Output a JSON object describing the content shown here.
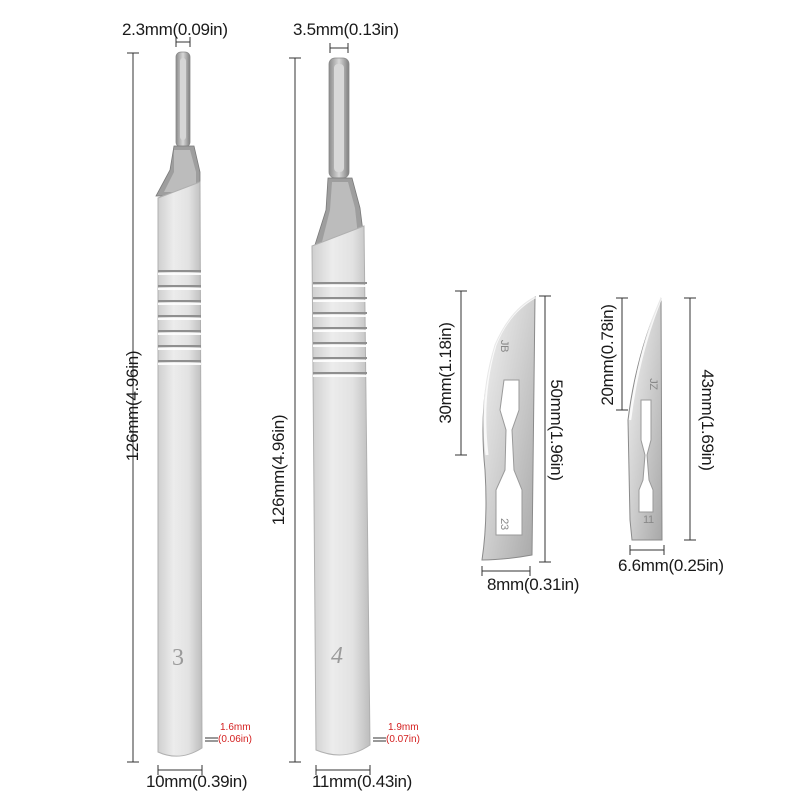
{
  "products": {
    "handle_3": {
      "number": "3",
      "tip_width": "2.3mm(0.09in)",
      "length": "126mm(4.96in)",
      "bottom_width": "10mm(0.39in)",
      "thickness_mm": "1.6mm",
      "thickness_in": "(0.06in)"
    },
    "handle_4": {
      "number": "4",
      "tip_width": "3.5mm(0.13in)",
      "length": "126mm(4.96in)",
      "bottom_width": "11mm(0.43in)",
      "thickness_mm": "1.9mm",
      "thickness_in": "(0.07in)"
    },
    "blade_23": {
      "brand": "JB",
      "number": "23",
      "edge_length": "30mm(1.18in)",
      "total_length": "50mm(1.96in)",
      "width": "8mm(0.31in)"
    },
    "blade_11": {
      "brand": "JZ",
      "number": "11",
      "edge_length": "20mm(0.78in)",
      "total_length": "43mm(1.69in)",
      "width": "6.6mm(0.25in)"
    }
  },
  "colors": {
    "steel_light": "#e6e6e6",
    "steel_mid": "#c9c9c9",
    "steel_dark": "#9a9a9a",
    "annotation_red": "#d42020"
  }
}
